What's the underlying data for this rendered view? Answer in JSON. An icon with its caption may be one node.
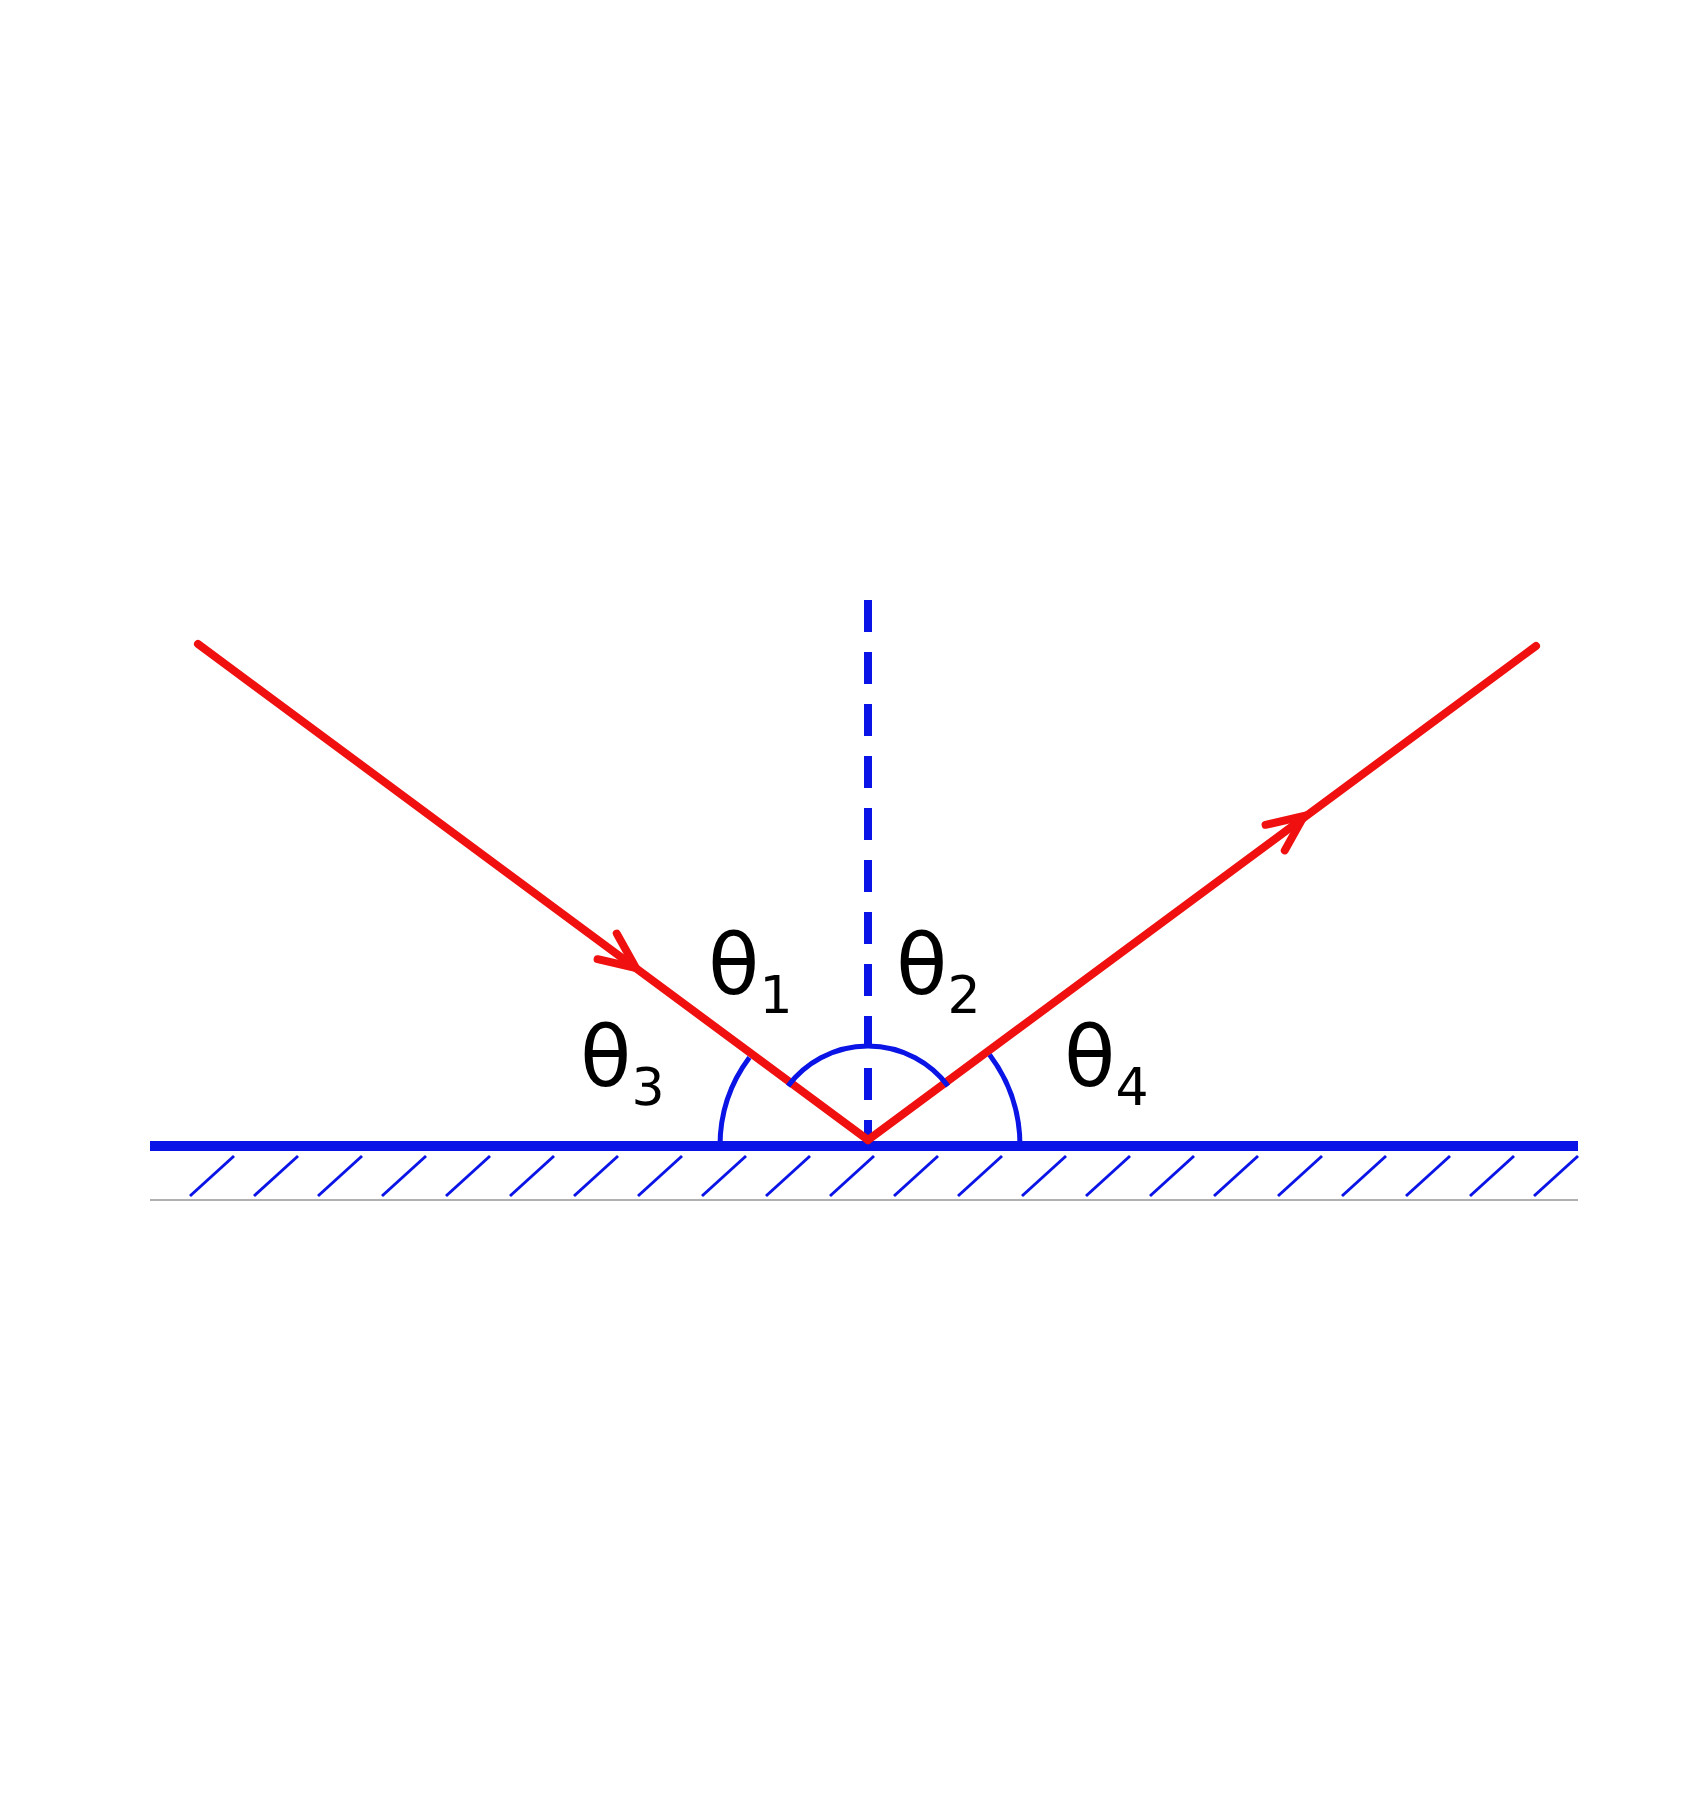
{
  "diagram": {
    "labels": [
      "θ$_{1}$",
      "θ$_{2}$",
      "θ$_{3}$",
      "θ$_{4}$"
    ]
  }
}
